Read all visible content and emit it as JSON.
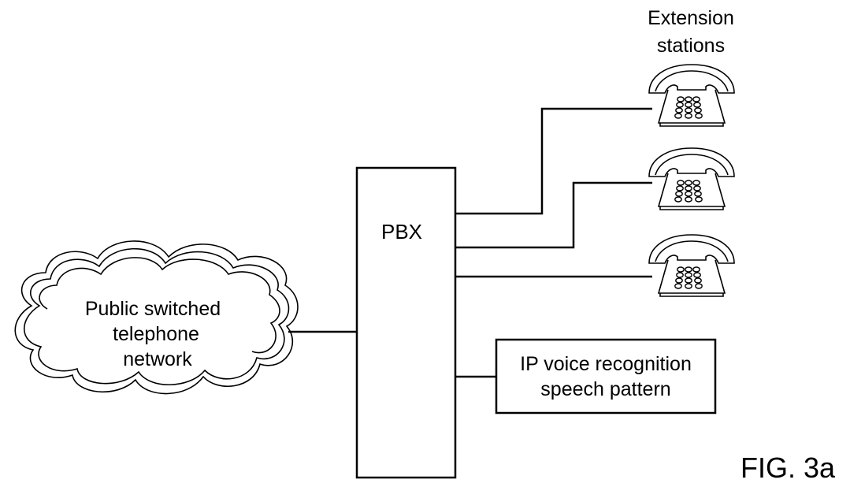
{
  "network": {
    "label_line1": "Public switched",
    "label_line2": "telephone",
    "label_line3": "network"
  },
  "pbx": {
    "label": "PBX"
  },
  "extensions": {
    "header_line1": "Extension",
    "header_line2": "stations",
    "stations": [
      "telephone",
      "telephone",
      "telephone"
    ]
  },
  "ip_box": {
    "label_line1": "IP voice recognition",
    "label_line2": "speech pattern"
  },
  "figure": {
    "label": "FIG. 3a"
  }
}
